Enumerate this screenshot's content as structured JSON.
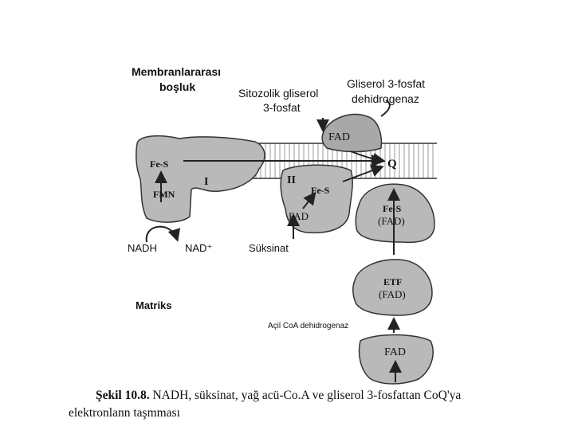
{
  "labels": {
    "intermembrane_1": "Membranlararası",
    "intermembrane_2": "boşluk",
    "cytosolic_1": "Sitozolik gliserol",
    "cytosolic_2": "3-fosfat",
    "g3p_dh_1": "Gliserol 3-fosfat",
    "g3p_dh_2": "dehidrogenaz",
    "fad_top": "FAD",
    "fes_left": "Fe-S",
    "fmn": "FMN",
    "complex_1": "I",
    "complex_2": "II",
    "q": "Q",
    "fes_mid": "Fe-S",
    "fad_mid": "FAD",
    "fes_right": "Fe-S",
    "fad_right": "(FAD)",
    "nadh": "NADH",
    "nad": "NAD⁺",
    "succinate": "Süksinat",
    "etf": "ETF",
    "etf_fad": "(FAD)",
    "matrix": "Matriks",
    "acyl_coa": "Açil CoA dehidrogenaz",
    "fad_bottom": "FAD"
  },
  "caption": {
    "bold": "Şekil 10.8.",
    "line1_rest": " NADH, süksinat, yağ acü-Co.A ve gliserol 3-fosfattan CoQ'ya",
    "line2": "elektronlann taşmması"
  }
}
